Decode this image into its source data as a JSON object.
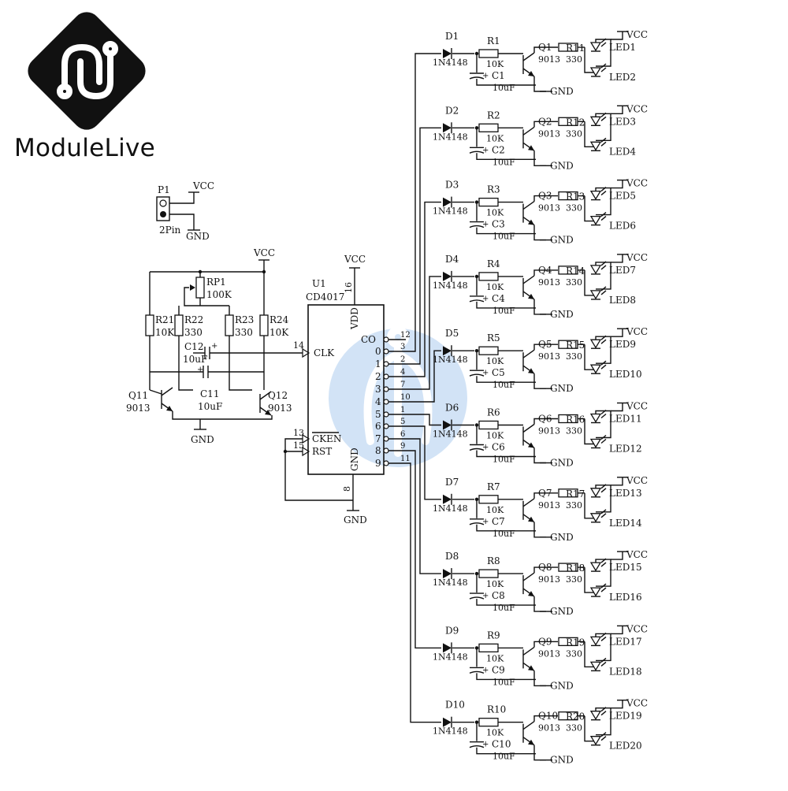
{
  "brand": {
    "part1": "Module",
    "part2": "Live"
  },
  "watermark": {
    "icon": "usb-icon",
    "color": "#9dc3ec"
  },
  "connector": {
    "ref": "P1",
    "value": "2Pin",
    "pin1": "VCC",
    "pin2": "GND"
  },
  "oscillator": {
    "vcc": "VCC",
    "rp1": {
      "ref": "RP1",
      "value": "100K"
    },
    "r21": {
      "ref": "R21",
      "value": "10K"
    },
    "r22": {
      "ref": "R22",
      "value": "330"
    },
    "r23": {
      "ref": "R23",
      "value": "330"
    },
    "r24": {
      "ref": "R24",
      "value": "10K"
    },
    "c12": {
      "ref": "C12",
      "value": "10uF"
    },
    "c11": {
      "ref": "C11",
      "value": "10uF"
    },
    "q11": {
      "ref": "Q11",
      "value": "9013"
    },
    "q12": {
      "ref": "Q12",
      "value": "9013"
    },
    "gnd": "GND"
  },
  "ic": {
    "ref": "U1",
    "part": "CD4017",
    "vcc": "VCC",
    "gnd": "GND",
    "vdd_label": "VDD",
    "vdd_pin": "16",
    "gnd_label": "GND",
    "gnd_pin": "8",
    "clk": {
      "label": "CLK",
      "pin": "14"
    },
    "cken": {
      "label": "CKEN",
      "pin": "13"
    },
    "rst": {
      "label": "RST",
      "pin": "15"
    },
    "outputs": [
      {
        "label": "CO",
        "pin": "12"
      },
      {
        "label": "0",
        "pin": "3"
      },
      {
        "label": "1",
        "pin": "2"
      },
      {
        "label": "2",
        "pin": "4"
      },
      {
        "label": "3",
        "pin": "7"
      },
      {
        "label": "4",
        "pin": "10"
      },
      {
        "label": "5",
        "pin": "1"
      },
      {
        "label": "6",
        "pin": "5"
      },
      {
        "label": "7",
        "pin": "6"
      },
      {
        "label": "8",
        "pin": "9"
      },
      {
        "label": "9",
        "pin": "11"
      }
    ]
  },
  "channels": [
    {
      "d": "D1",
      "dv": "1N4148",
      "r": "R1",
      "rv": "10K",
      "c": "C1",
      "cv": "10uF",
      "q": "Q1",
      "qv": "9013",
      "rl": "R11",
      "rlv": "330",
      "led1": "LED1",
      "led2": "LED2"
    },
    {
      "d": "D2",
      "dv": "1N4148",
      "r": "R2",
      "rv": "10K",
      "c": "C2",
      "cv": "10uF",
      "q": "Q2",
      "qv": "9013",
      "rl": "R12",
      "rlv": "330",
      "led1": "LED3",
      "led2": "LED4"
    },
    {
      "d": "D3",
      "dv": "1N4148",
      "r": "R3",
      "rv": "10K",
      "c": "C3",
      "cv": "10uF",
      "q": "Q3",
      "qv": "9013",
      "rl": "R13",
      "rlv": "330",
      "led1": "LED5",
      "led2": "LED6"
    },
    {
      "d": "D4",
      "dv": "1N4148",
      "r": "R4",
      "rv": "10K",
      "c": "C4",
      "cv": "10uF",
      "q": "Q4",
      "qv": "9013",
      "rl": "R14",
      "rlv": "330",
      "led1": "LED7",
      "led2": "LED8"
    },
    {
      "d": "D5",
      "dv": "1N4148",
      "r": "R5",
      "rv": "10K",
      "c": "C5",
      "cv": "10uF",
      "q": "Q5",
      "qv": "9013",
      "rl": "R15",
      "rlv": "330",
      "led1": "LED9",
      "led2": "LED10"
    },
    {
      "d": "D6",
      "dv": "1N4148",
      "r": "R6",
      "rv": "10K",
      "c": "C6",
      "cv": "10uF",
      "q": "Q6",
      "qv": "9013",
      "rl": "R16",
      "rlv": "330",
      "led1": "LED11",
      "led2": "LED12"
    },
    {
      "d": "D7",
      "dv": "1N4148",
      "r": "R7",
      "rv": "10K",
      "c": "C7",
      "cv": "10uF",
      "q": "Q7",
      "qv": "9013",
      "rl": "R17",
      "rlv": "330",
      "led1": "LED13",
      "led2": "LED14"
    },
    {
      "d": "D8",
      "dv": "1N4148",
      "r": "R8",
      "rv": "10K",
      "c": "C8",
      "cv": "10uF",
      "q": "Q8",
      "qv": "9013",
      "rl": "R18",
      "rlv": "330",
      "led1": "LED15",
      "led2": "LED16"
    },
    {
      "d": "D9",
      "dv": "1N4148",
      "r": "R9",
      "rv": "10K",
      "c": "C9",
      "cv": "10uF",
      "q": "Q9",
      "qv": "9013",
      "rl": "R19",
      "rlv": "330",
      "led1": "LED17",
      "led2": "LED18"
    },
    {
      "d": "D10",
      "dv": "1N4148",
      "r": "R10",
      "rv": "10K",
      "c": "C10",
      "cv": "10uF",
      "q": "Q10",
      "qv": "9013",
      "rl": "R20",
      "rlv": "330",
      "led1": "LED19",
      "led2": "LED20"
    }
  ],
  "net_vcc": "VCC",
  "net_gnd": "GND",
  "cap_polarity": "+"
}
